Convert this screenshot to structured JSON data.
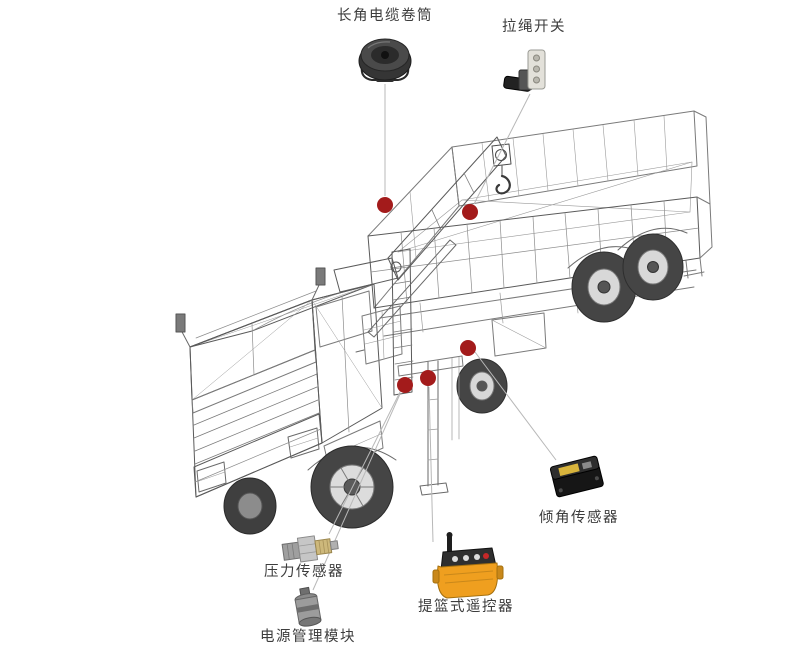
{
  "diagram": {
    "labels": {
      "cable_reel": "长角电缆卷筒",
      "pull_switch": "拉绳开关",
      "tilt_sensor": "倾角传感器",
      "pressure_sensor": "压力传感器",
      "power_module": "电源管理模块",
      "remote_control": "提篮式遥控器"
    },
    "colors": {
      "marker": "#a31b1b",
      "leader_line": "#b8b8b8",
      "label_text": "#3d3d3d",
      "remote_body": "#ef9f1f",
      "sensor_label": "#d8b43c"
    }
  }
}
